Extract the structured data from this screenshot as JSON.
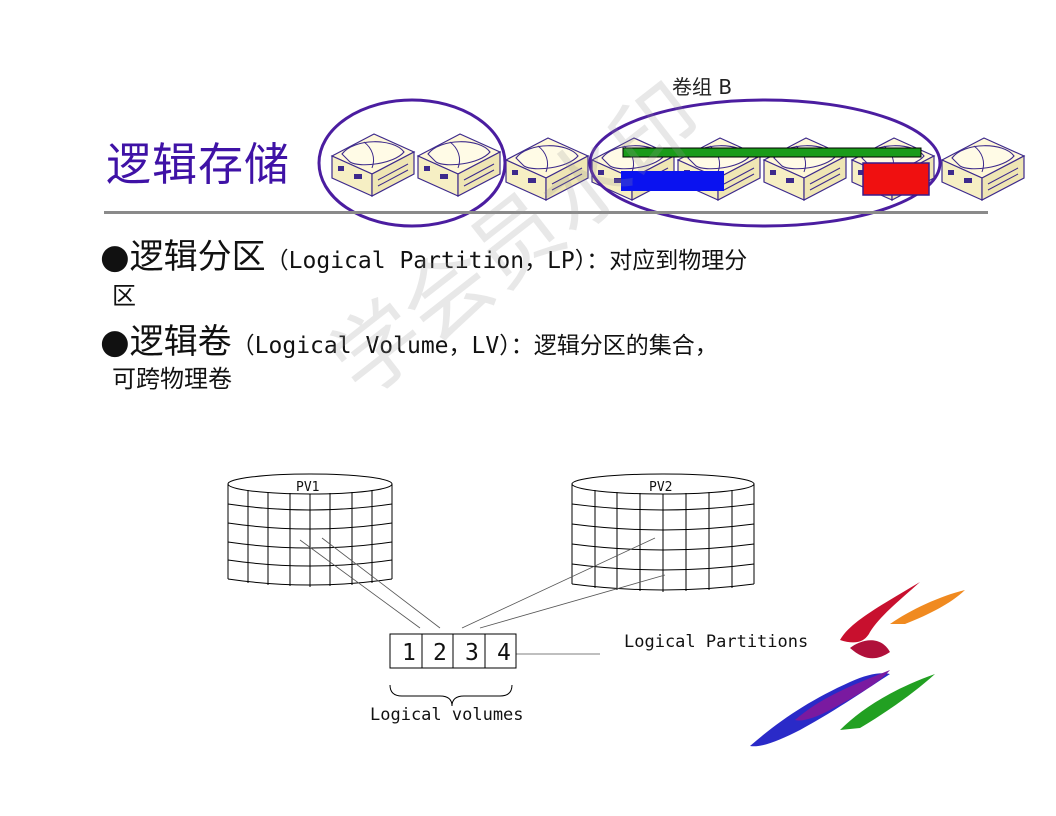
{
  "slide": {
    "title": "逻辑存储",
    "volume_group_label": "卷组 B"
  },
  "bullets": [
    {
      "term": "逻辑分区",
      "desc": "（Logical Partition，LP）：对应到物理分",
      "continuation": "区"
    },
    {
      "term": "逻辑卷",
      "desc": "（Logical Volume，LV）：逻辑分区的集合，",
      "continuation": "可跨物理卷"
    }
  ],
  "diagram": {
    "pv1_label": "PV1",
    "pv2_label": "PV2",
    "lv_cells": [
      "1",
      "2",
      "3",
      "4"
    ],
    "logical_partitions_label": "Logical Partitions",
    "logical_volumes_label": "Logical volumes"
  },
  "watermark": "学会员水印",
  "colors": {
    "title": "#3f12a6",
    "circle": "#4b1da0",
    "green_bar": "#1a9b1a",
    "blue_bar": "#0a12f0",
    "red_bar": "#f01010"
  }
}
